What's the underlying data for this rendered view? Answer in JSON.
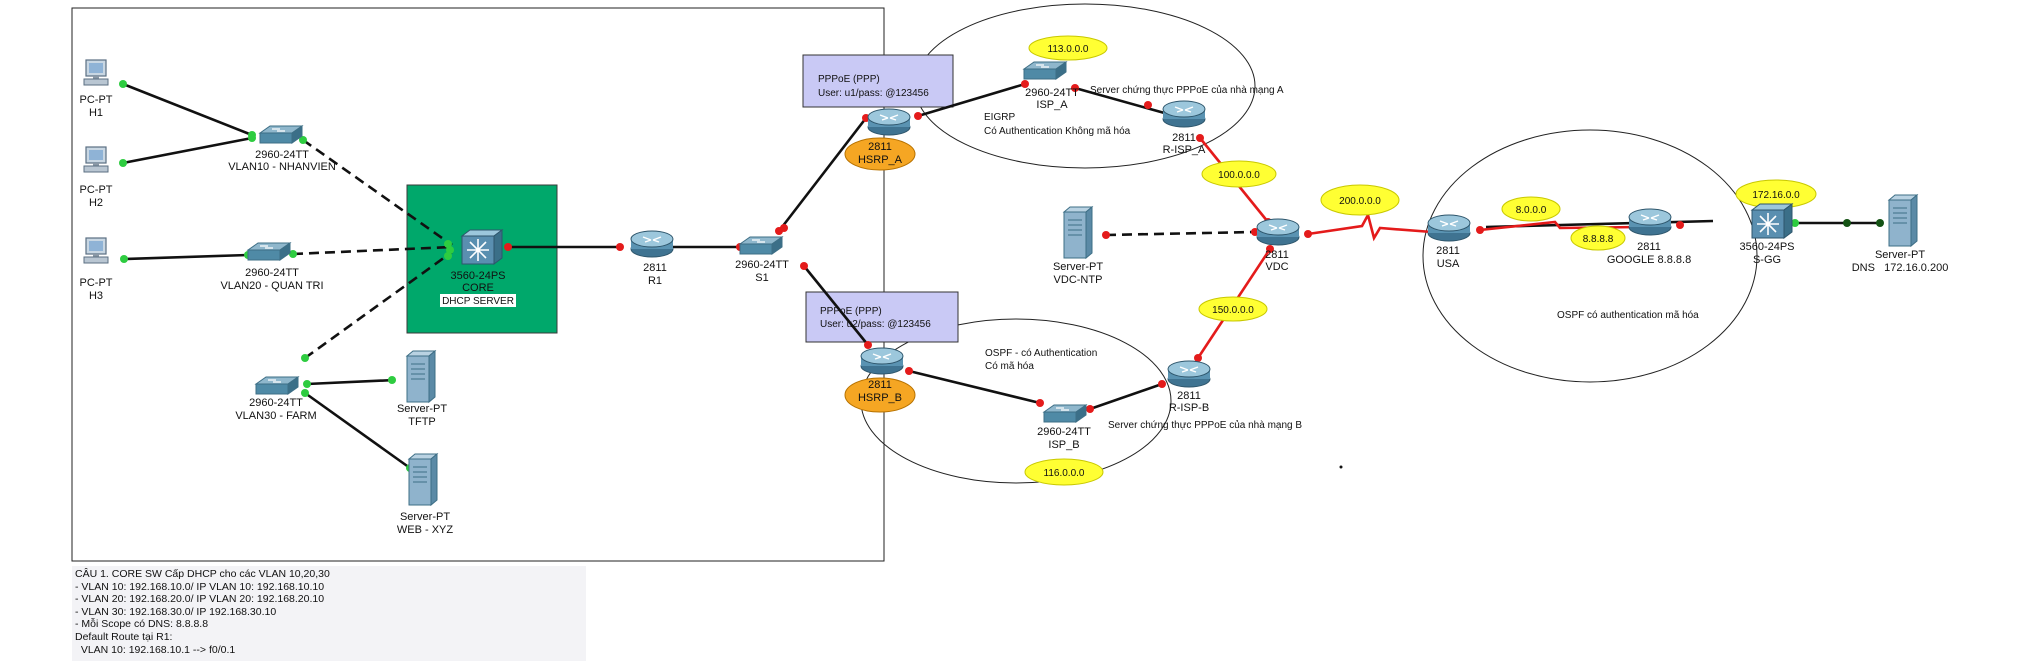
{
  "colors": {
    "link": "#111111",
    "serial_link": "#e41b1b",
    "port_up": "#2ecc40",
    "port_down": "#e41b1b",
    "core_box": "#00a86b",
    "label_box": "#c9c9f5",
    "highlight_yellow": "#ffff33",
    "highlight_orange": "#f5a623"
  },
  "devices": {
    "h1": {
      "model": "PC-PT",
      "name": "H1",
      "icon": "pc-icon"
    },
    "h2": {
      "model": "PC-PT",
      "name": "H2",
      "icon": "pc-icon"
    },
    "h3": {
      "model": "PC-PT",
      "name": "H3",
      "icon": "pc-icon"
    },
    "sw_vlan10": {
      "model": "2960-24TT",
      "name": "VLAN10 - NHANVIEN",
      "icon": "switch-icon"
    },
    "sw_vlan20": {
      "model": "2960-24TT",
      "name": "VLAN20 - QUAN TRI",
      "icon": "switch-icon"
    },
    "sw_vlan30": {
      "model": "2960-24TT",
      "name": "VLAN30 - FARM",
      "icon": "switch-icon"
    },
    "core": {
      "model": "3560-24PS",
      "name": "CORE",
      "role": "DHCP SERVER",
      "icon": "multilayer-switch-icon"
    },
    "tftp": {
      "model": "Server-PT",
      "name": "TFTP",
      "icon": "server-icon"
    },
    "web": {
      "model": "Server-PT",
      "name": "WEB - XYZ",
      "icon": "server-icon"
    },
    "r1": {
      "model": "2811",
      "name": "R1",
      "icon": "router-icon"
    },
    "s1": {
      "model": "2960-24TT",
      "name": "S1",
      "icon": "switch-icon"
    },
    "hsrp_a": {
      "model": "2811",
      "name": "HSRP_A",
      "icon": "router-icon"
    },
    "hsrp_b": {
      "model": "2811",
      "name": "HSRP_B",
      "icon": "router-icon"
    },
    "isp_a": {
      "model": "2960-24TT",
      "name": "ISP_A",
      "icon": "switch-icon"
    },
    "isp_b": {
      "model": "2960-24TT",
      "name": "ISP_B",
      "icon": "switch-icon"
    },
    "r_isp_a": {
      "model": "2811",
      "name": "R-ISP_A",
      "icon": "router-icon"
    },
    "r_isp_b": {
      "model": "2811",
      "name": "R-ISP-B",
      "icon": "router-icon"
    },
    "vdc": {
      "model": "2811",
      "name": "VDC",
      "icon": "router-icon"
    },
    "vdc_ntp": {
      "model": "Server-PT",
      "name": "VDC-NTP",
      "icon": "server-icon"
    },
    "usa": {
      "model": "2811",
      "name": "USA",
      "icon": "router-icon"
    },
    "google": {
      "model": "2811",
      "name": "GOOGLE 8.8.8.8",
      "icon": "router-icon"
    },
    "s_gg": {
      "model": "3560-24PS",
      "name": "S-GG",
      "icon": "multilayer-switch-icon"
    },
    "dns": {
      "model": "Server-PT",
      "name": "DNS   172.16.0.200",
      "icon": "server-icon"
    }
  },
  "pppoe_a": {
    "title": "PPPoE (PPP)",
    "user": "User: u1/pass: @123456"
  },
  "pppoe_b": {
    "title": "PPPoE (PPP)",
    "user": "User: u2/pass: @123456"
  },
  "networks": {
    "n113": "113.0.0.0",
    "n100": "100.0.0.0",
    "n200": "200.0.0.0",
    "n150": "150.0.0.0",
    "n116": "116.0.0.0",
    "n8": "8.0.0.0",
    "n8888": "8.8.8.8",
    "n172": "172.16.0.0"
  },
  "annotations": {
    "server_a": "Server chứng thực PPPoE của nhà mạng A",
    "eigrp_1": "EIGRP",
    "eigrp_2": "Có Authentication Không mã hóa",
    "ospf_b_1": "OSPF - có Authentication",
    "ospf_b_2": "Có mã hóa",
    "server_b": "Server chứng thực PPPoE của nhà mạng B",
    "ospf_right": "OSPF có authentication mã hóa"
  },
  "notes": [
    "CÂU 1. CORE SW Cấp DHCP cho các VLAN 10,20,30",
    "- VLAN 10: 192.168.10.0/ IP VLAN 10: 192.168.10.10",
    "- VLAN 20: 192.168.20.0/ IP VLAN 20: 192.168.20.10",
    "- VLAN 30: 192.168.30.0/ IP 192.168.30.10",
    "- Mỗi Scope có DNS: 8.8.8.8",
    "Default Route tại R1:",
    "  VLAN 10: 192.168.10.1 --> f0/0.1"
  ]
}
